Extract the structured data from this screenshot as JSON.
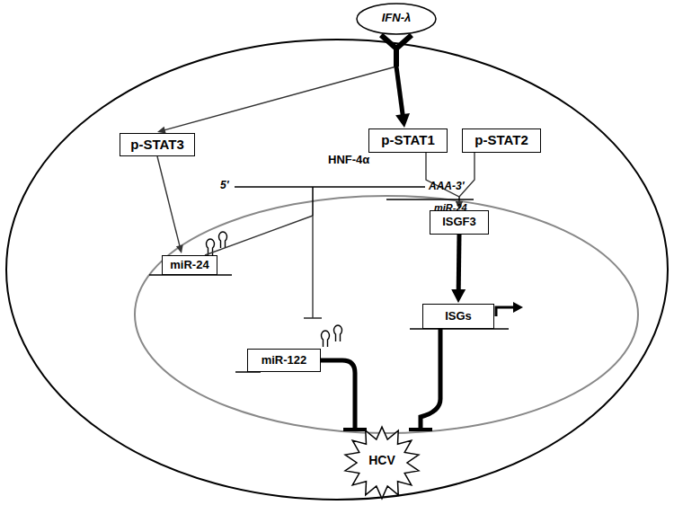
{
  "diagram": {
    "nodes": [
      {
        "text": [
          "IFN-λ"
        ]
      },
      {
        "text": [
          "p-STAT3"
        ]
      },
      {
        "text": [
          "p-STAT1"
        ]
      },
      {
        "text": [
          "p-STAT2"
        ]
      },
      {
        "text": [
          "HNF-4α",
          "5'",
          "AAA-3'",
          "miR-24"
        ]
      },
      {
        "text": [
          "miR-24"
        ]
      },
      {
        "text": [
          "ISGF3"
        ]
      },
      {
        "text": [
          "ISGs"
        ]
      },
      {
        "text": [
          "miR-122"
        ]
      },
      {
        "text": [
          "HCV"
        ]
      }
    ],
    "edges": [
      {
        "from": 0,
        "to": 1,
        "arrow": "to"
      },
      {
        "from": 0,
        "to": 2,
        "arrow": "to"
      },
      {
        "from": 1,
        "to": 5,
        "arrow": "to"
      },
      {
        "from": 5,
        "to": 4,
        "arrow": "none"
      },
      {
        "from": 2,
        "to": 6,
        "arrow": "to"
      },
      {
        "from": 3,
        "to": 6,
        "arrow": "to"
      },
      {
        "from": 6,
        "to": 7,
        "arrow": "to"
      },
      {
        "from": 4,
        "to": 8,
        "arrow": "to"
      },
      {
        "from": 8,
        "to": 9,
        "arrow": "to"
      },
      {
        "from": 7,
        "to": 9,
        "arrow": "to"
      }
    ]
  }
}
